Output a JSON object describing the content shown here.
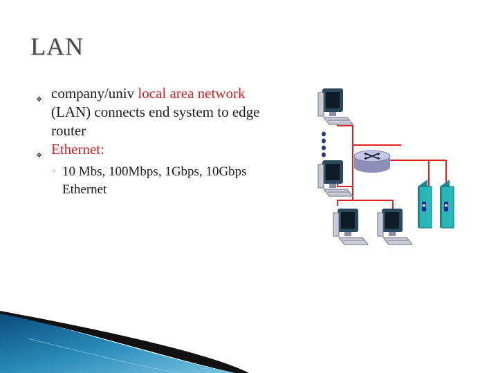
{
  "slide": {
    "title": "LAN",
    "bullets": [
      {
        "text_before": "company/univ ",
        "highlight": "local area network",
        "text_after": " (LAN) connects end system to edge router"
      },
      {
        "text_before": "Ethernet:",
        "highlight": "",
        "text_after": ""
      }
    ],
    "sub_bullets": [
      "10 Mbs, 100Mbps, 1Gbps, 10Gbps Ethernet"
    ],
    "bullet_icon": "four-diamond-bullet-icon",
    "sub_bullet_icon": "ring-bullet-icon"
  },
  "diagram": {
    "icons": [
      "desktop-computer-icon",
      "router-icon",
      "server-icon",
      "ellipsis-dots-icon"
    ],
    "colors": {
      "link": "#e02020",
      "router": "#b4b8d8",
      "server": "#2ab6b6",
      "monitor": "#2c4a5e",
      "dots": "#2a3a90"
    }
  }
}
